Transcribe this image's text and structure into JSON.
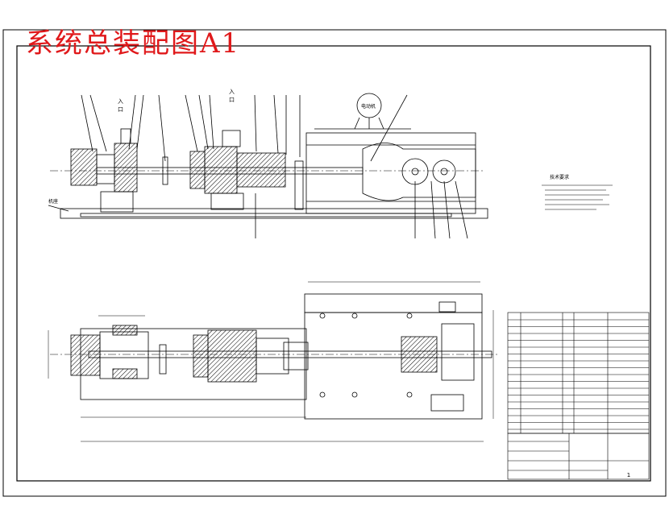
{
  "drawing": {
    "overlay_title": "系统总装配图A1",
    "labels": {
      "inlet_1": "入",
      "inlet_2": "口",
      "motor": "电动机",
      "tech_req_title": "技术要求",
      "frame_label": "机座"
    },
    "title_block": {
      "sheet_count": "1"
    },
    "colors": {
      "title_red": "#e0191b",
      "line": "#000000",
      "hatch": "#000000",
      "paper": "#ffffff"
    }
  }
}
